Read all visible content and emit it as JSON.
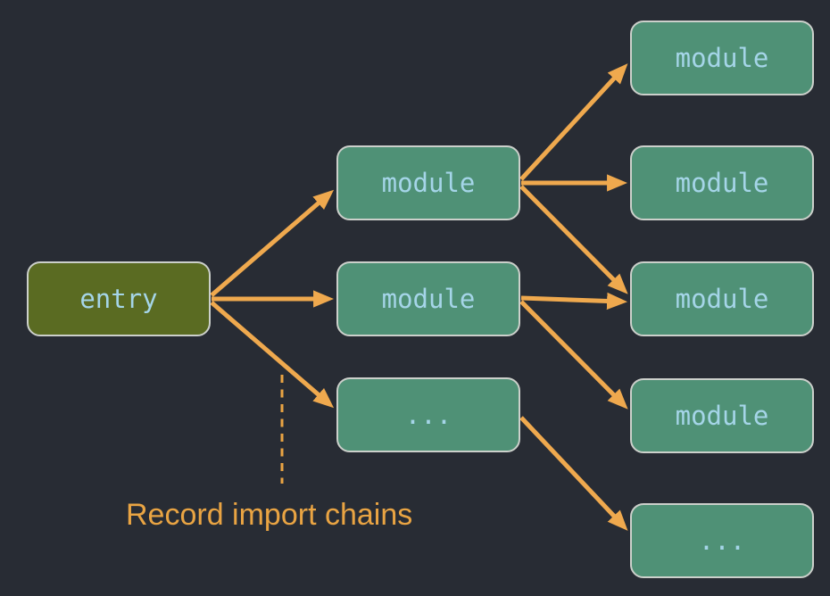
{
  "annotation": {
    "label": "Record import chains"
  },
  "nodes": [
    {
      "id": "entry",
      "label": "entry"
    },
    {
      "id": "module-mid-top",
      "label": "module"
    },
    {
      "id": "module-mid-center",
      "label": "module"
    },
    {
      "id": "ellipsis-mid",
      "label": "..."
    },
    {
      "id": "module-right-1",
      "label": "module"
    },
    {
      "id": "module-right-2",
      "label": "module"
    },
    {
      "id": "module-right-3",
      "label": "module"
    },
    {
      "id": "module-right-4",
      "label": "module"
    },
    {
      "id": "ellipsis-right",
      "label": "..."
    }
  ],
  "edges": [
    {
      "from": "entry",
      "to": "module-mid-top"
    },
    {
      "from": "entry",
      "to": "module-mid-center"
    },
    {
      "from": "entry",
      "to": "ellipsis-mid"
    },
    {
      "from": "module-mid-top",
      "to": "module-right-1"
    },
    {
      "from": "module-mid-top",
      "to": "module-right-2"
    },
    {
      "from": "module-mid-top",
      "to": "module-right-3"
    },
    {
      "from": "module-mid-center",
      "to": "module-right-3"
    },
    {
      "from": "module-mid-center",
      "to": "module-right-4"
    },
    {
      "from": "ellipsis-mid",
      "to": "ellipsis-right"
    }
  ],
  "colors": {
    "background": "#282c34",
    "entry_fill": "#5a6b22",
    "module_fill": "#4f9176",
    "node_border": "#ccd0cb",
    "node_text": "#a5d5e8",
    "arrow": "#efa94e",
    "annotation_text": "#e9a443"
  }
}
